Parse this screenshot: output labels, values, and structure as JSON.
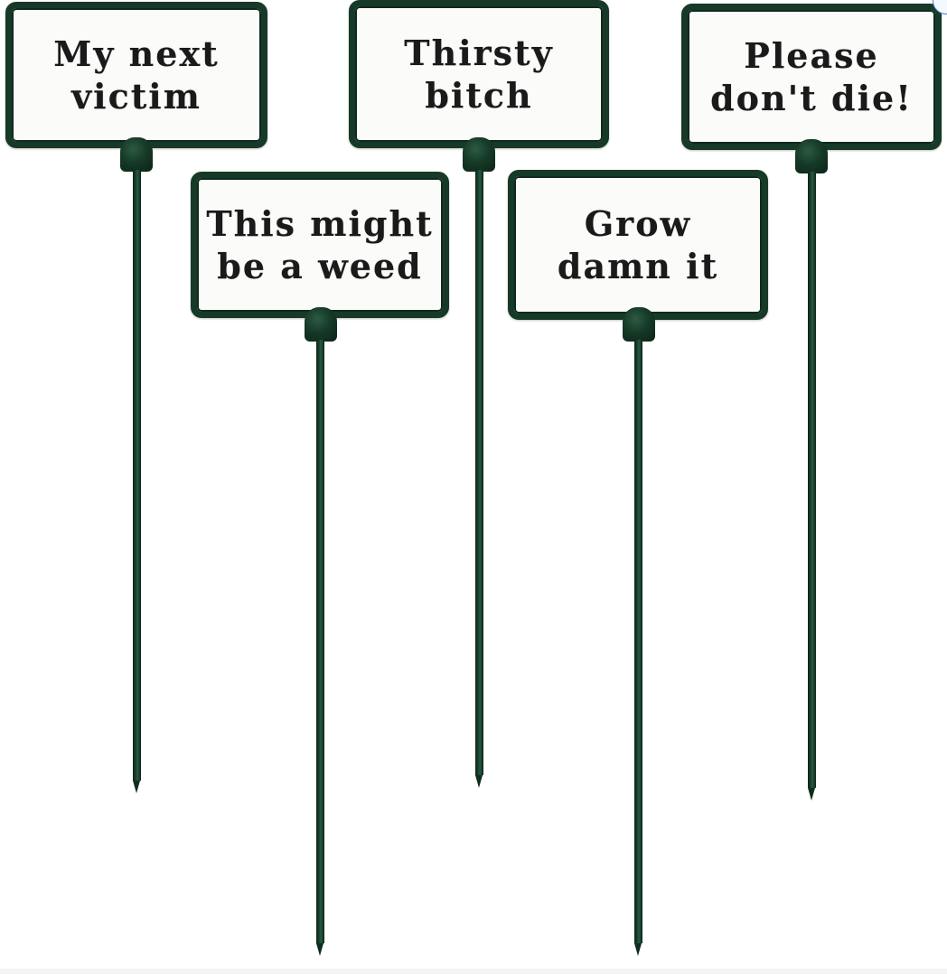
{
  "image": {
    "background": "#ffffff",
    "accent_color": "#163a27",
    "markers": [
      {
        "lines": [
          "My next",
          "victim"
        ]
      },
      {
        "lines": [
          "This might",
          "be a weed"
        ]
      },
      {
        "lines": [
          "Thirsty",
          "bitch"
        ]
      },
      {
        "lines": [
          "Grow",
          "damn it"
        ]
      },
      {
        "lines": [
          "Please",
          "don't die!"
        ]
      }
    ]
  }
}
